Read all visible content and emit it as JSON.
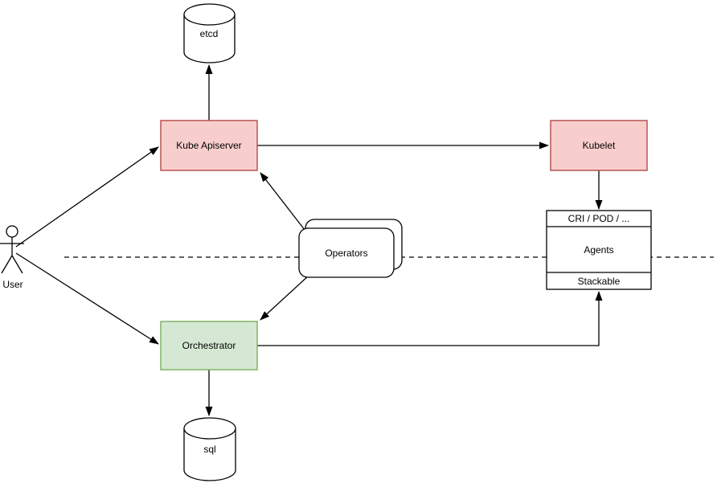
{
  "diagram": {
    "nodes": {
      "user": {
        "label": "User",
        "type": "actor"
      },
      "etcd": {
        "label": "etcd",
        "type": "database"
      },
      "kube_apiserver": {
        "label": "Kube Apiserver",
        "type": "process"
      },
      "kubelet": {
        "label": "Kubelet",
        "type": "process"
      },
      "operators": {
        "label": "Operators",
        "type": "stacked-rounded"
      },
      "orchestrator": {
        "label": "Orchestrator",
        "type": "process"
      },
      "agents": {
        "header": "CRI / POD / ...",
        "label": "Agents",
        "footer": "Stackable",
        "type": "record"
      },
      "sql": {
        "label": "sql",
        "type": "database"
      }
    },
    "edges": [
      {
        "from": "user",
        "to": "kube_apiserver",
        "arrow": "to"
      },
      {
        "from": "user",
        "to": "orchestrator",
        "arrow": "to"
      },
      {
        "from": "kube_apiserver",
        "to": "etcd",
        "arrow": "to"
      },
      {
        "from": "kube_apiserver",
        "to": "kubelet",
        "arrow": "to"
      },
      {
        "from": "kubelet",
        "to": "agents",
        "arrow": "to"
      },
      {
        "from": "operators",
        "to": "kube_apiserver",
        "arrow": "to"
      },
      {
        "from": "operators",
        "to": "orchestrator",
        "arrow": "to"
      },
      {
        "from": "orchestrator",
        "to": "agents_stackable",
        "arrow": "to"
      },
      {
        "from": "orchestrator",
        "to": "sql",
        "arrow": "to"
      }
    ],
    "separator": {
      "style": "dashed",
      "orientation": "horizontal"
    },
    "colors": {
      "red_fill": "#f8cecc",
      "red_stroke": "#b85450",
      "green_fill": "#d5e8d4",
      "green_stroke": "#82b366",
      "plain_fill": "#ffffff",
      "line": "#000000",
      "background": "#ffffff"
    }
  }
}
